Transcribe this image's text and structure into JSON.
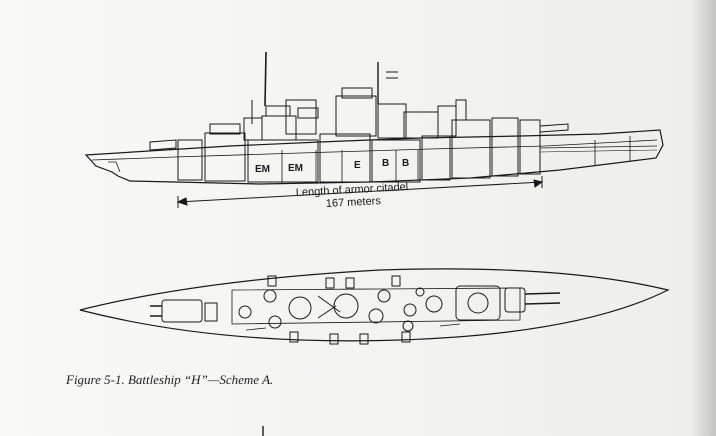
{
  "profile_labels": {
    "em1": "EM",
    "em2": "EM",
    "e": "E",
    "b1": "B",
    "b2": "B"
  },
  "dimension": {
    "line1": "Length of armor citadel",
    "line2": "167 meters"
  },
  "caption": "Figure 5-1. Battleship “H”—Scheme A.",
  "colors": {
    "ink": "#1a1a1a",
    "paper": "#f7f7f5"
  }
}
